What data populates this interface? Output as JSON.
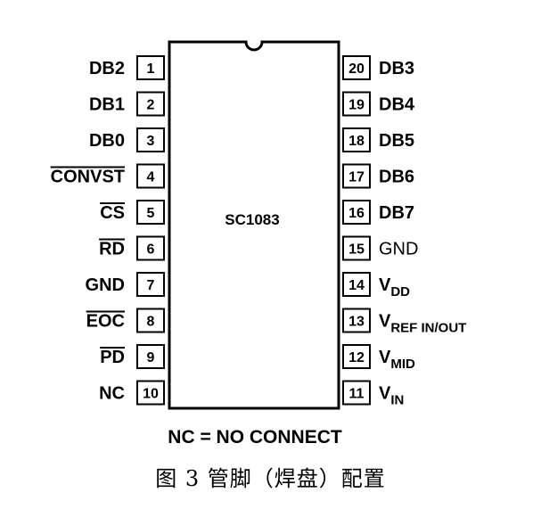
{
  "chip": {
    "label": "SC1083",
    "left_pins": [
      {
        "num": "1",
        "name": "DB2",
        "overbar": false
      },
      {
        "num": "2",
        "name": "DB1",
        "overbar": false
      },
      {
        "num": "3",
        "name": "DB0",
        "overbar": false
      },
      {
        "num": "4",
        "name": "CONVST",
        "overbar": true
      },
      {
        "num": "5",
        "name": "CS",
        "overbar": true
      },
      {
        "num": "6",
        "name": "RD",
        "overbar": true
      },
      {
        "num": "7",
        "name": "GND",
        "overbar": false
      },
      {
        "num": "8",
        "name": "EOC",
        "overbar": true
      },
      {
        "num": "9",
        "name": "PD",
        "overbar": true
      },
      {
        "num": "10",
        "name": "NC",
        "overbar": false
      }
    ],
    "right_pins": [
      {
        "num": "20",
        "name": "DB3",
        "sub": "",
        "bold": true
      },
      {
        "num": "19",
        "name": "DB4",
        "sub": "",
        "bold": true
      },
      {
        "num": "18",
        "name": "DB5",
        "sub": "",
        "bold": true
      },
      {
        "num": "17",
        "name": "DB6",
        "sub": "",
        "bold": true
      },
      {
        "num": "16",
        "name": "DB7",
        "sub": "",
        "bold": true
      },
      {
        "num": "15",
        "name": "GND",
        "sub": "",
        "bold": false
      },
      {
        "num": "14",
        "name": "V",
        "sub": "DD",
        "bold": true
      },
      {
        "num": "13",
        "name": "V",
        "sub": "REF IN/OUT",
        "bold": true
      },
      {
        "num": "12",
        "name": "V",
        "sub": "MID",
        "bold": true
      },
      {
        "num": "11",
        "name": "V",
        "sub": "IN",
        "bold": true
      }
    ]
  },
  "note": "NC = NO CONNECT",
  "caption": "图 3 管脚（焊盘）配置"
}
